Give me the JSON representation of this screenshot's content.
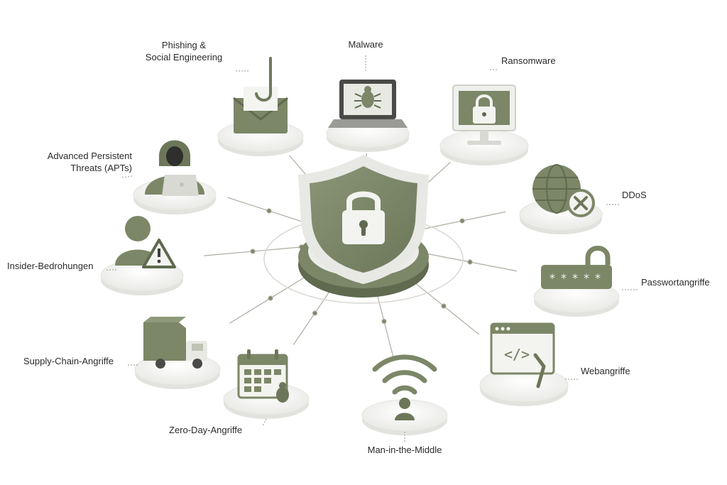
{
  "colors": {
    "accent": "#7b8767",
    "accent_dark": "#5f6a4f",
    "platform": "#f1f1ef",
    "line": "#a9ae9f",
    "text": "#2b2b2b"
  },
  "center": {
    "icon": "shield-lock-icon"
  },
  "nodes": [
    {
      "id": "phishing",
      "icon": "envelope-hook-icon",
      "lines": [
        "Phishing &",
        "Social Engineering"
      ]
    },
    {
      "id": "malware",
      "icon": "laptop-bug-icon",
      "lines": [
        "Malware"
      ]
    },
    {
      "id": "ransomware",
      "icon": "monitor-lock-icon",
      "lines": [
        "Ransomware"
      ]
    },
    {
      "id": "ddos",
      "icon": "globe-x-icon",
      "lines": [
        "DDoS"
      ]
    },
    {
      "id": "passwort",
      "icon": "password-lock-icon",
      "lines": [
        "Passwortangriffe"
      ]
    },
    {
      "id": "web",
      "icon": "browser-code-icon",
      "lines": [
        "Webangriffe"
      ]
    },
    {
      "id": "mitm",
      "icon": "wifi-person-icon",
      "lines": [
        "Man-in-the-Middle"
      ]
    },
    {
      "id": "zeroday",
      "icon": "calendar-bug-icon",
      "lines": [
        "Zero-Day-Angriffe"
      ]
    },
    {
      "id": "supply",
      "icon": "truck-box-icon",
      "lines": [
        "Supply-Chain-Angriffe"
      ]
    },
    {
      "id": "insider",
      "icon": "person-warning-icon",
      "lines": [
        "Insider-Bedrohungen"
      ]
    },
    {
      "id": "apt",
      "icon": "hooded-hacker-icon",
      "lines": [
        "Advanced Persistent",
        "Threats (APTs)"
      ]
    }
  ]
}
